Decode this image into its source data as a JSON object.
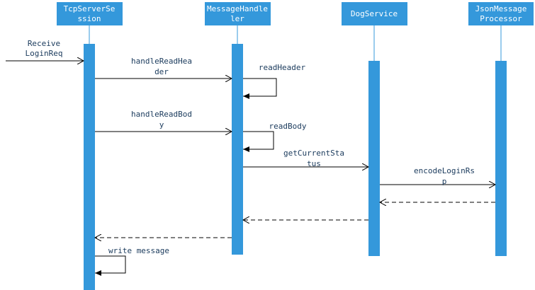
{
  "diagram": {
    "participants": [
      {
        "id": "tcp",
        "line1": "TcpServerSe",
        "line2": "ssion"
      },
      {
        "id": "msg",
        "line1": "MessageHandle",
        "line2": "ler"
      },
      {
        "id": "dog",
        "line1": "DogService",
        "line2": ""
      },
      {
        "id": "json",
        "line1": "JsonMessage",
        "line2": "Processor"
      }
    ],
    "messages": {
      "receive": {
        "line1": "Receive",
        "line2": "LoginReq"
      },
      "handle_header": {
        "line1": "handleReadHea",
        "line2": "der"
      },
      "read_header": {
        "line1": "readHeader"
      },
      "handle_body": {
        "line1": "handleReadBod",
        "line2": "y"
      },
      "read_body": {
        "line1": "readBody"
      },
      "current_status": {
        "line1": "getCurrentSta",
        "line2": "tus"
      },
      "encode_login": {
        "line1": "encodeLoginRs",
        "line2": "p"
      },
      "write_message": {
        "line1": "write message"
      }
    },
    "colors": {
      "activation": "#3498db",
      "header": "#3498db",
      "line": "#000000",
      "lifeline": "#3498db"
    }
  }
}
